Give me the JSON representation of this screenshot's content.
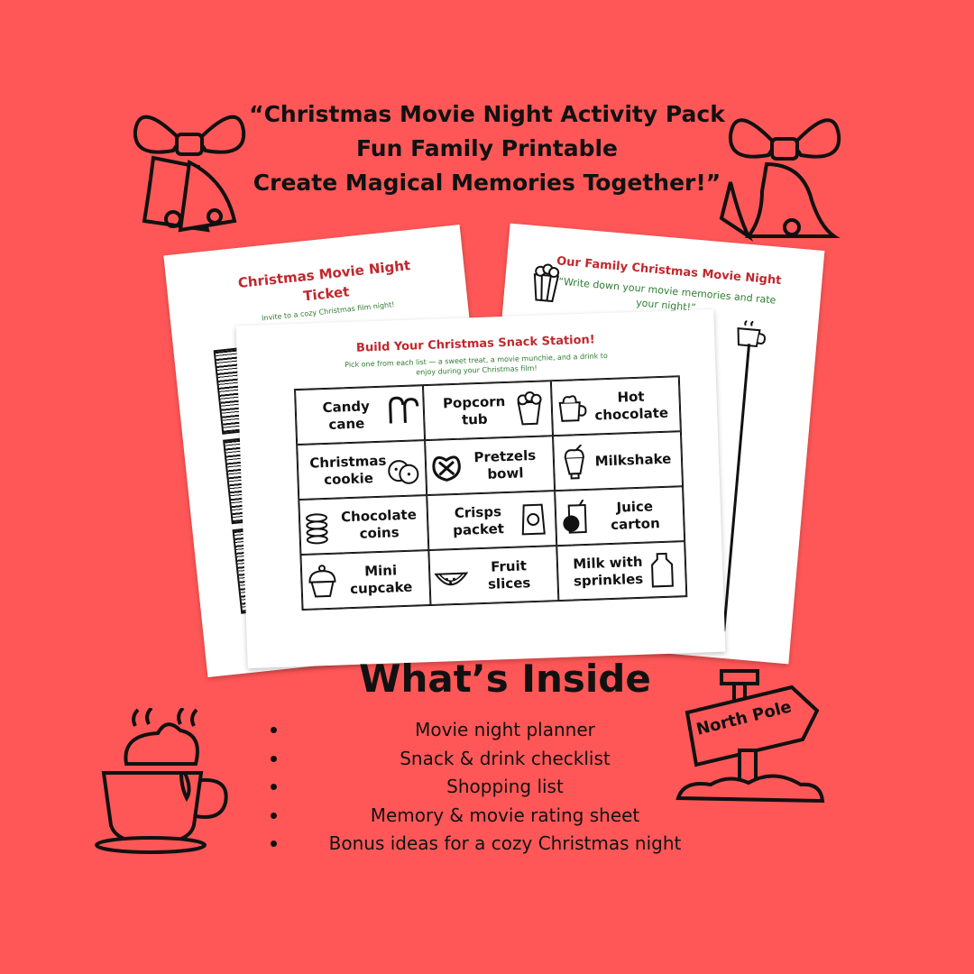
{
  "headline": {
    "line1": "“Christmas Movie Night Activity Pack",
    "line2": "Fun Family Printable",
    "line3": "Create Magical Memories Together!”"
  },
  "ticket_sheet": {
    "title": "Christmas Movie Night Ticket",
    "subtitle": "Invite to a cozy Christmas film night!"
  },
  "memories_sheet": {
    "title": "Our Family Christmas Movie Night",
    "subtitle": "“Write down your movie memories and rate your night!”"
  },
  "snack_sheet": {
    "title": "Build Your Christmas Snack Station!",
    "subtitle": "Pick one from each list — a sweet treat, a movie munchie, and a drink to enjoy during your Christmas film!",
    "cells": [
      {
        "label": "Candy\ncane",
        "icon": "candy-cane-icon"
      },
      {
        "label": "Popcorn\ntub",
        "icon": "popcorn-icon"
      },
      {
        "label": "Hot\nchocolate",
        "icon": "hot-chocolate-icon"
      },
      {
        "label": "Christmas\ncookie",
        "icon": "cookie-icon"
      },
      {
        "label": "Pretzels\nbowl",
        "icon": "pretzel-icon"
      },
      {
        "label": "Milkshake",
        "icon": "milkshake-icon"
      },
      {
        "label": "Chocolate\ncoins",
        "icon": "coins-icon"
      },
      {
        "label": "Crisps\npacket",
        "icon": "crisps-icon"
      },
      {
        "label": "Juice\ncarton",
        "icon": "juice-carton-icon"
      },
      {
        "label": "Mini\ncupcake",
        "icon": "cupcake-icon"
      },
      {
        "label": "Fruit\nslices",
        "icon": "watermelon-icon"
      },
      {
        "label": "Milk with\nsprinkles",
        "icon": "milk-bottle-icon"
      }
    ]
  },
  "whats_inside": {
    "title": "What’s Inside",
    "items": [
      "Movie night planner",
      "Snack & drink checklist",
      "Shopping list",
      "Memory & movie rating sheet",
      "Bonus ideas for a cozy Christmas night"
    ]
  },
  "north_pole_sign": "North Pole",
  "colors": {
    "background": "#FF5757",
    "ink": "#111111",
    "title_red": "#C0272D",
    "subtitle_green": "#2E7D32"
  }
}
